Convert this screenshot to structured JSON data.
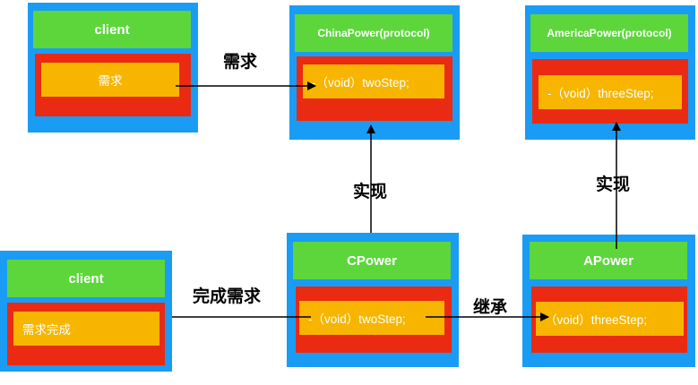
{
  "client_top": {
    "title": "client",
    "content": "需求"
  },
  "client_bottom": {
    "title": "client",
    "content": "需求完成"
  },
  "china_power": {
    "title": "ChinaPower(protocol)",
    "method": "-（void）twoStep;"
  },
  "america_power": {
    "title": "AmericaPower(protocol)",
    "method": "-（void）threeStep;"
  },
  "cpower": {
    "title": "CPower",
    "method": "-（void）twoStep;"
  },
  "apower": {
    "title": "APower",
    "method": "（void）threeStep;"
  },
  "edges": {
    "demand": "需求",
    "implement_left": "实现",
    "implement_right": "实现",
    "fulfill_demand": "完成需求",
    "inherit": "继承"
  },
  "colors": {
    "container": "#1a9cf5",
    "title_bar": "#5dd63c",
    "body": "#ea2a12",
    "item": "#f7b500"
  }
}
